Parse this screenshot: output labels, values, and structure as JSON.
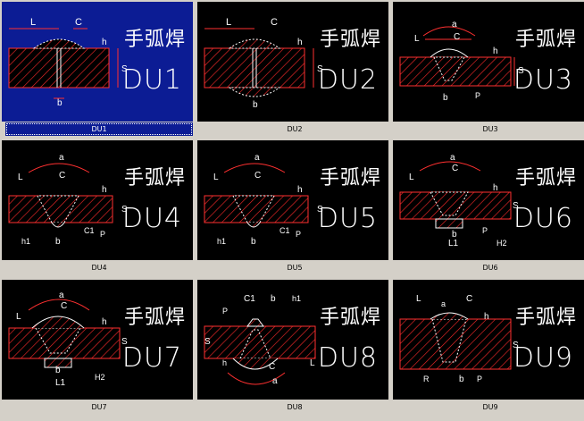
{
  "window": {
    "background": "#d4d0c8",
    "tile_bg": "#000000",
    "selected_bg": "#0c1c94"
  },
  "items": [
    {
      "code": "DU1",
      "caption": "DU1",
      "title": "手弧焊",
      "selected": true,
      "labels": [
        "L",
        "C",
        "h",
        "S",
        "b"
      ]
    },
    {
      "code": "DU2",
      "caption": "DU2",
      "title": "手弧焊",
      "selected": false,
      "labels": [
        "L",
        "C",
        "h",
        "S",
        "b"
      ]
    },
    {
      "code": "DU3",
      "caption": "DU3",
      "title": "手弧焊",
      "selected": false,
      "labels": [
        "a",
        "L",
        "C",
        "h",
        "S",
        "P",
        "b"
      ]
    },
    {
      "code": "DU4",
      "caption": "DU4",
      "title": "手弧焊",
      "selected": false,
      "labels": [
        "a",
        "L",
        "C",
        "h",
        "S",
        "C1",
        "h1",
        "b",
        "P"
      ]
    },
    {
      "code": "DU5",
      "caption": "DU5",
      "title": "手弧焊",
      "selected": false,
      "labels": [
        "a",
        "L",
        "C",
        "h",
        "S",
        "C1",
        "h1",
        "b",
        "P"
      ]
    },
    {
      "code": "DU6",
      "caption": "DU6",
      "title": "手弧焊",
      "selected": false,
      "labels": [
        "a",
        "L",
        "C",
        "h",
        "S",
        "P",
        "H2",
        "b",
        "L1"
      ]
    },
    {
      "code": "DU7",
      "caption": "DU7",
      "title": "手弧焊",
      "selected": false,
      "labels": [
        "a",
        "C",
        "h",
        "L",
        "S",
        "b",
        "L1",
        "H2"
      ]
    },
    {
      "code": "DU8",
      "caption": "DU8",
      "title": "手弧焊",
      "selected": false,
      "labels": [
        "C1",
        "b",
        "h1",
        "P",
        "S",
        "h",
        "C",
        "L",
        "a"
      ]
    },
    {
      "code": "DU9",
      "caption": "DU9",
      "title": "手弧焊",
      "selected": false,
      "labels": [
        "L",
        "a",
        "C",
        "h",
        "S",
        "R",
        "b",
        "P"
      ]
    }
  ]
}
